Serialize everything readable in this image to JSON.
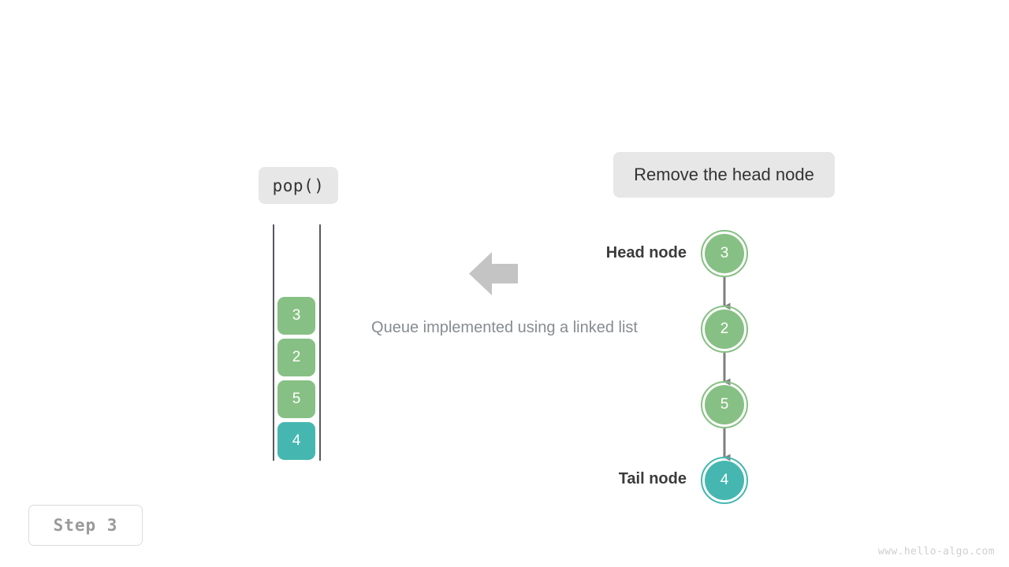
{
  "figure": {
    "operation_label": "pop()",
    "operation_description": "Remove the head node",
    "caption": "Queue implemented using a linked list",
    "step_label": "Step 3",
    "watermark": "www.hello-algo.com",
    "head_label": "Head node",
    "tail_label": "Tail node",
    "arrow_icon": "arrow-left-icon"
  },
  "colors": {
    "green": "#87c084",
    "teal": "#45b7b0",
    "pill_background": "#e7e7e7",
    "rail": "#555a5e",
    "link_arrow": "#7f7f7f",
    "big_arrow": "#c4c4c4",
    "caption_text": "#868c90",
    "step_text": "#9a9a9a",
    "watermark_text": "#cfcfcf"
  },
  "queue": {
    "items": [
      {
        "value": "3",
        "color": "green"
      },
      {
        "value": "2",
        "color": "green"
      },
      {
        "value": "5",
        "color": "green"
      },
      {
        "value": "4",
        "color": "teal"
      }
    ]
  },
  "linked_list": {
    "nodes": [
      {
        "value": "3",
        "color": "green",
        "role": "head"
      },
      {
        "value": "2",
        "color": "green",
        "role": "middle"
      },
      {
        "value": "5",
        "color": "green",
        "role": "middle"
      },
      {
        "value": "4",
        "color": "teal",
        "role": "tail"
      }
    ]
  }
}
